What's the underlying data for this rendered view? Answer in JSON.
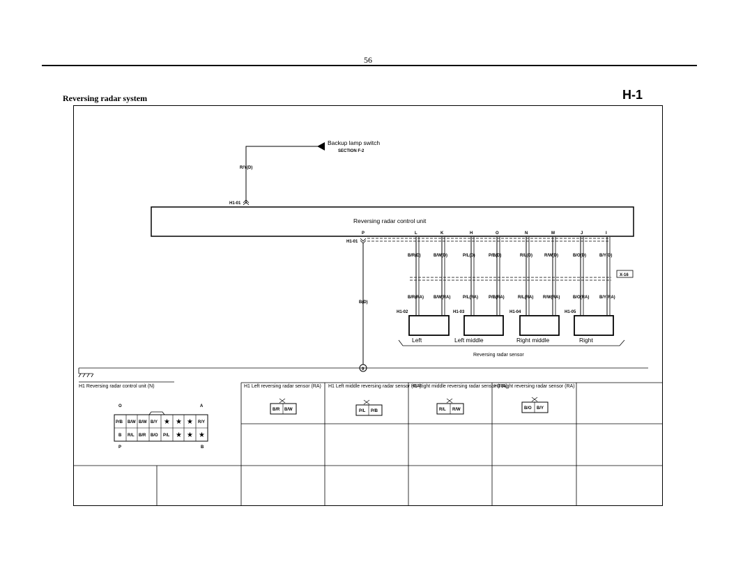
{
  "page": {
    "number": "56"
  },
  "header": {
    "title": "Reversing radar system",
    "code": "H-1"
  },
  "switch": {
    "label": "Backup lamp switch",
    "section": "SECTION F-2"
  },
  "control_unit": {
    "label": "Reversing radar control unit",
    "connector": "H1-01",
    "input_pin": "A",
    "input_wire": "R/Y(D)",
    "ground_pin": "P",
    "ground_wire": "B(D)",
    "ground_point": "9",
    "output_pins": [
      "L",
      "K",
      "H",
      "O",
      "N",
      "M",
      "J",
      "I"
    ]
  },
  "wires_d": [
    "B/R(D)",
    "B/W(D)",
    "P/L(D)",
    "P/B(D)",
    "R/L(D)",
    "R/W(D)",
    "B/O(D)",
    "B/Y(D)"
  ],
  "wires_ra": [
    "B/R(RA)",
    "B/W(RA)",
    "P/L(RA)",
    "P/B(RA)",
    "R/L(RA)",
    "R/W(RA)",
    "B/O(RA)",
    "B/Y(RA)"
  ],
  "junction": "X-16",
  "sensors": [
    {
      "connector": "H1-02",
      "label": "Left"
    },
    {
      "connector": "H1-03",
      "label": "Left middle"
    },
    {
      "connector": "H1-04",
      "label": "Right middle"
    },
    {
      "connector": "H1-05",
      "label": "Right"
    }
  ],
  "sensor_group_label": "Reversing radar sensor",
  "connector_table": {
    "unit": {
      "title": "H1 Reversing radar control unit (N)",
      "corner_labels": {
        "top_left": "O",
        "top_right": "A",
        "bottom_left": "P",
        "bottom_right": "B"
      },
      "row1": [
        "P/B",
        "B/W",
        "B/W",
        "B/Y",
        "★",
        "★",
        "★",
        "R/Y"
      ],
      "row2": [
        "B",
        "R/L",
        "B/R",
        "B/O",
        "P/L",
        "★",
        "★",
        "★"
      ]
    },
    "sensor_connectors": [
      {
        "title": "H1 Left reversing radar sensor (RA)",
        "pins": [
          "B/R",
          "B/W"
        ]
      },
      {
        "title": "H1 Left middle reversing radar sensor (RA)",
        "pins": [
          "P/L",
          "P/B"
        ]
      },
      {
        "title": "H1 Right middle reversing radar sensor (RA)",
        "pins": [
          "R/L",
          "R/W"
        ]
      },
      {
        "title": "H1 Right reversing radar sensor (RA)",
        "pins": [
          "B/O",
          "B/Y"
        ]
      }
    ]
  }
}
